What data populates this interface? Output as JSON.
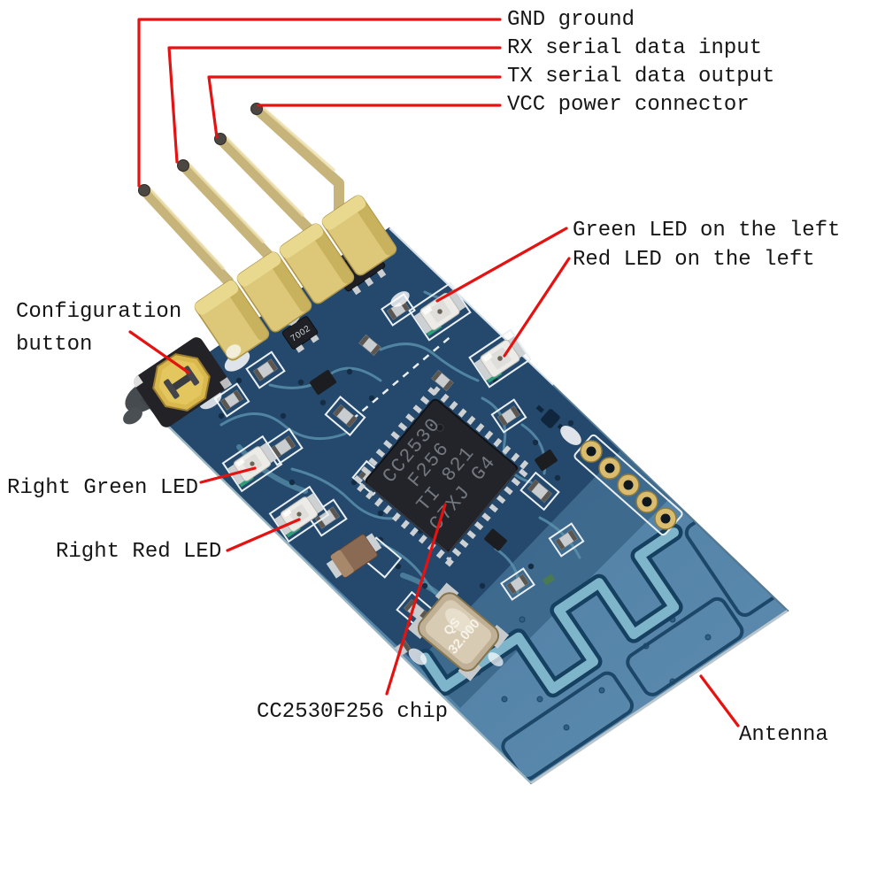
{
  "figure": {
    "description": "Annotated photo of a CC2530F256 2.4GHz wireless serial module PCB"
  },
  "labels": {
    "gnd": "GND ground",
    "rx": "RX serial data input",
    "tx": "TX serial data output",
    "vcc": "VCC power connector",
    "green_led_left": "Green LED on the left",
    "red_led_left": "Red LED on the left",
    "config_line1": "Configuration",
    "config_line2": "button",
    "right_green_led": "Right Green LED",
    "right_red_led": "Right Red LED",
    "chip": "CC2530F256 chip",
    "antenna": "Antenna"
  },
  "board_markings": {
    "chip_line1": "CC2530",
    "chip_line2": "F256",
    "chip_line3": "TI 821",
    "chip_line4": "C7XJ G4",
    "crystal_line1": "QS",
    "crystal_line2": "32.000",
    "transistor": "7002"
  },
  "colors": {
    "annotation_line": "#e41312",
    "label_text": "#161616",
    "pcb_dark": "#24496d",
    "pcb_plane": "#4b7da3",
    "trace_light": "#5b93ad",
    "silkscreen": "#eaf0f3",
    "header_yellow": "#dcc878",
    "pin_gold": "#c7b47a",
    "chip_black": "#22242a",
    "hole_gold": "#d9bc6e",
    "led_body": "#ecebe7",
    "background": "#ffffff"
  }
}
